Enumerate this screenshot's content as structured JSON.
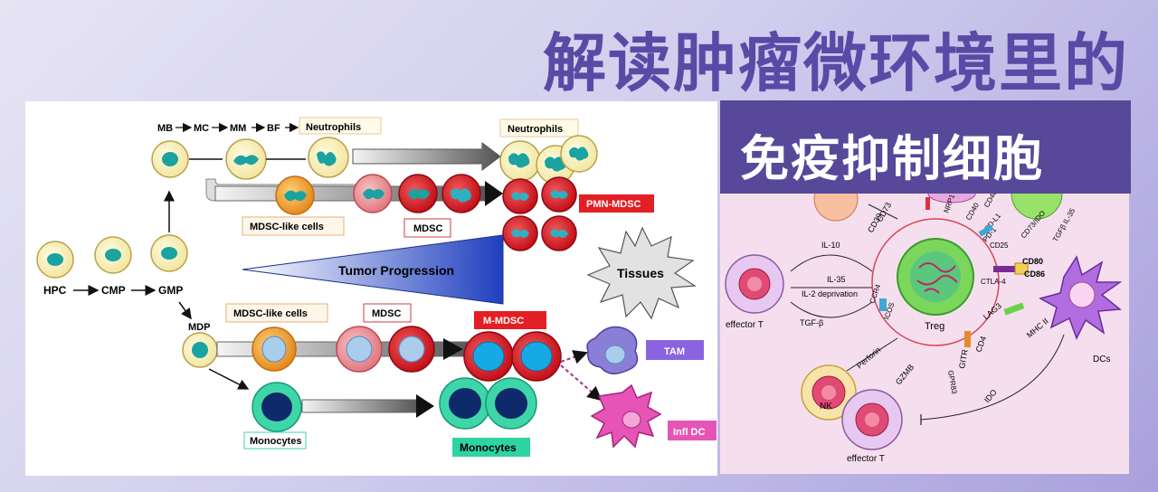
{
  "title": {
    "line1": "解读肿瘤微环境里的",
    "line2": "免疫抑制细胞"
  },
  "left_diagram": {
    "progenitors": [
      "HPC",
      "CMP",
      "GMP"
    ],
    "granulocyte_path": [
      "MB",
      "MC",
      "MM",
      "BF"
    ],
    "neutrophils_label": "Neutrophils",
    "neutrophils_label_right": "Neutrophils",
    "mdsc_like_top": "MDSC-like cells",
    "mdsc_top": "MDSC",
    "pmn_mdsc": "PMN-MDSC",
    "tumor_progression": "Tumor Progression",
    "tissues": "Tissues",
    "mdp": "MDP",
    "mdsc_like_bottom": "MDSC-like cells",
    "mdsc_bottom": "MDSC",
    "m_mdsc": "M-MDSC",
    "tam": "TAM",
    "infl_dc": "Infl DC",
    "monocytes_left": "Monocytes",
    "monocytes_right": "Monocytes"
  },
  "right_diagram": {
    "treg": "Treg",
    "effector_t_left": "effector T",
    "effector_t_bottom": "effector T",
    "nk": "NK",
    "dcs": "DCs",
    "il10": "IL-10",
    "il35": "IL-35",
    "il2_deprivation": "IL-2 deprivation",
    "tgfb": "TGF-β",
    "cd73": "CD73",
    "cd39": "CD39",
    "nrp1": "NRP1",
    "cd40": "CD40",
    "cd40l": "CD40L",
    "pdl1": "PD-L1",
    "pd1": "PD-1",
    "cd73_ido": "CD73/IDO",
    "cd25": "CD25",
    "tgfb_il35": "TGFβ IL-35",
    "cd80": "CD80",
    "cd86": "CD86",
    "ctla4": "CTLA-4",
    "lag3": "LAG3",
    "mhc2": "MHC II",
    "cd4": "CD4",
    "gitr": "GITR",
    "gpr83": "GPR83",
    "ccr4": "CCR4",
    "icos": "ICOS",
    "perforin": "Perforin",
    "gzmb": "GZMB",
    "ido": "IDO"
  },
  "colors": {
    "accent": "#574899",
    "title": "#5a4aa6",
    "mdsc_red": "#d0121e",
    "label_red": "#e31e24"
  }
}
